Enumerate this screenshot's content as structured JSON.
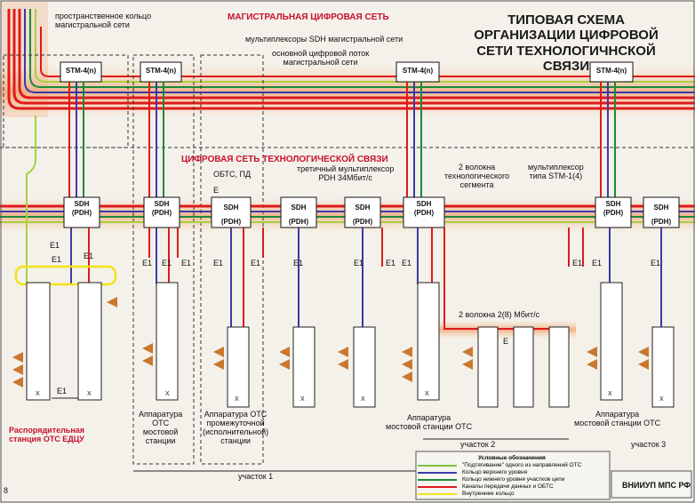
{
  "labels": {
    "ring": "пространственное кольцо\nмагистральной сети",
    "mag_title": "МАГИСТРАЛЬНАЯ ЦИФРОВАЯ СЕТЬ",
    "main_title": "ТИПОВАЯ СХЕМА ОРГАНИЗАЦИИ ЦИФРОВОЙ СЕТИ ТЕХНОЛОГИЧНСКОЙ СВЯЗИ",
    "mux_sdh": "мультиплексоры SDH магистральной сети",
    "main_flow": "основной цифровой поток\nмагистральной сети",
    "tech_title": "ЦИФРОВАЯ СЕТЬ ТЕХНОЛОГИЧЕСКОЙ СВЯЗИ",
    "obts": "ОБТС, ПД",
    "third_mux": "третичный мультиплексор\nPDH 34Мбит/с",
    "two_fibers_tech": "2 волокна\nтехнологического\nсегмента",
    "mux_stm1": "мультиплексор\nтипа STM-1(4)",
    "two_fibers_28": "2 волокна 2(8) Мбит/с",
    "dist_station": "Распорядительная\nстанция ОТС ЕДЦУ",
    "app_bridge": "Аппаратура\nОТС\nмостовой\nстанции",
    "app_inter": "Аппаратура ОТС\nпромежуточной\n(исполнительной)\nстанции",
    "app_bridge2": "Аппаратура\nмостовой станции ОТС",
    "app_bridge3": "Аппаратура\nмостовой станции ОТС",
    "sec1": "участок 1",
    "sec2": "участок 2",
    "sec3": "участок 3",
    "vniiup": "ВНИИУП МПС РФ",
    "page": "8",
    "e": "E",
    "e1": "E1",
    "e1_sub": "E",
    "x": "X"
  },
  "stm": [
    "STM-4(n)",
    "STM-4(n)",
    "STM-4(n)",
    "STM-4(n)"
  ],
  "sdh_top": "SDH",
  "pdh": "(PDH)",
  "legend": {
    "title": "Условные обозначения",
    "items": [
      {
        "text": "\"Подтягивание\" одного из направлений ОТС",
        "color": "#7cc242"
      },
      {
        "text": "Кольцо верхнего уровня",
        "color": "#3a3aa8"
      },
      {
        "text": "Кольцо нижнего уровня участков цепи",
        "color": "#1a8a3a"
      },
      {
        "text": "Каналы передачи данных и ОБТС",
        "color": "#e01a1a"
      },
      {
        "text": "Внутреннее кольцо",
        "color": "#f2e21a"
      }
    ]
  },
  "colors": {
    "red": "#e01a1a",
    "blue": "#2a3aa0",
    "green": "#2a9a3a",
    "lime": "#a8d040",
    "yellow": "#f2e21a",
    "band": "#f0b070"
  }
}
